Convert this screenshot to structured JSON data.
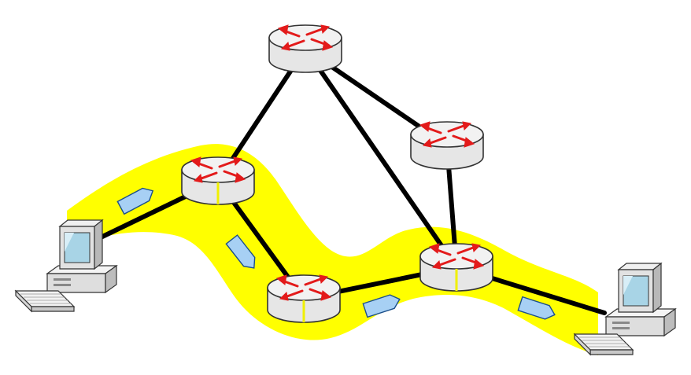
{
  "colors": {
    "background": "#ffffff",
    "path_highlight": "#ffff00",
    "link": "#000000",
    "router_body": "#e6e6e6",
    "router_top": "#f2f2f2",
    "router_outline": "#333333",
    "router_arrows": "#e31b1b",
    "router_highlight_stripe": "#f0f000",
    "packet_fill": "#a7d0f4",
    "packet_outline": "#1b4f8a",
    "computer_body": "#e2e2e2",
    "computer_screen": "#a8d4e6"
  },
  "icons": {
    "router": "router-icon",
    "computer": "desktop-computer-icon",
    "packet": "packet-arrow-icon"
  },
  "nodes": [
    {
      "id": "router-top",
      "kind": "router",
      "on_path": false
    },
    {
      "id": "router-right-upper",
      "kind": "router",
      "on_path": false
    },
    {
      "id": "router-left",
      "kind": "router",
      "on_path": true
    },
    {
      "id": "router-bottom-middle",
      "kind": "router",
      "on_path": true
    },
    {
      "id": "router-right-lower",
      "kind": "router",
      "on_path": true
    },
    {
      "id": "computer-left",
      "kind": "computer",
      "on_path": true
    },
    {
      "id": "computer-right",
      "kind": "computer",
      "on_path": true
    }
  ],
  "links": [
    [
      "router-top",
      "router-left"
    ],
    [
      "router-top",
      "router-right-lower"
    ],
    [
      "router-top",
      "router-right-upper"
    ],
    [
      "router-right-upper",
      "router-right-lower"
    ],
    [
      "computer-left",
      "router-left"
    ],
    [
      "router-left",
      "router-bottom-middle"
    ],
    [
      "router-bottom-middle",
      "router-right-lower"
    ],
    [
      "router-right-lower",
      "computer-right"
    ]
  ],
  "path": [
    "computer-left",
    "router-left",
    "router-bottom-middle",
    "router-right-lower",
    "computer-right"
  ]
}
